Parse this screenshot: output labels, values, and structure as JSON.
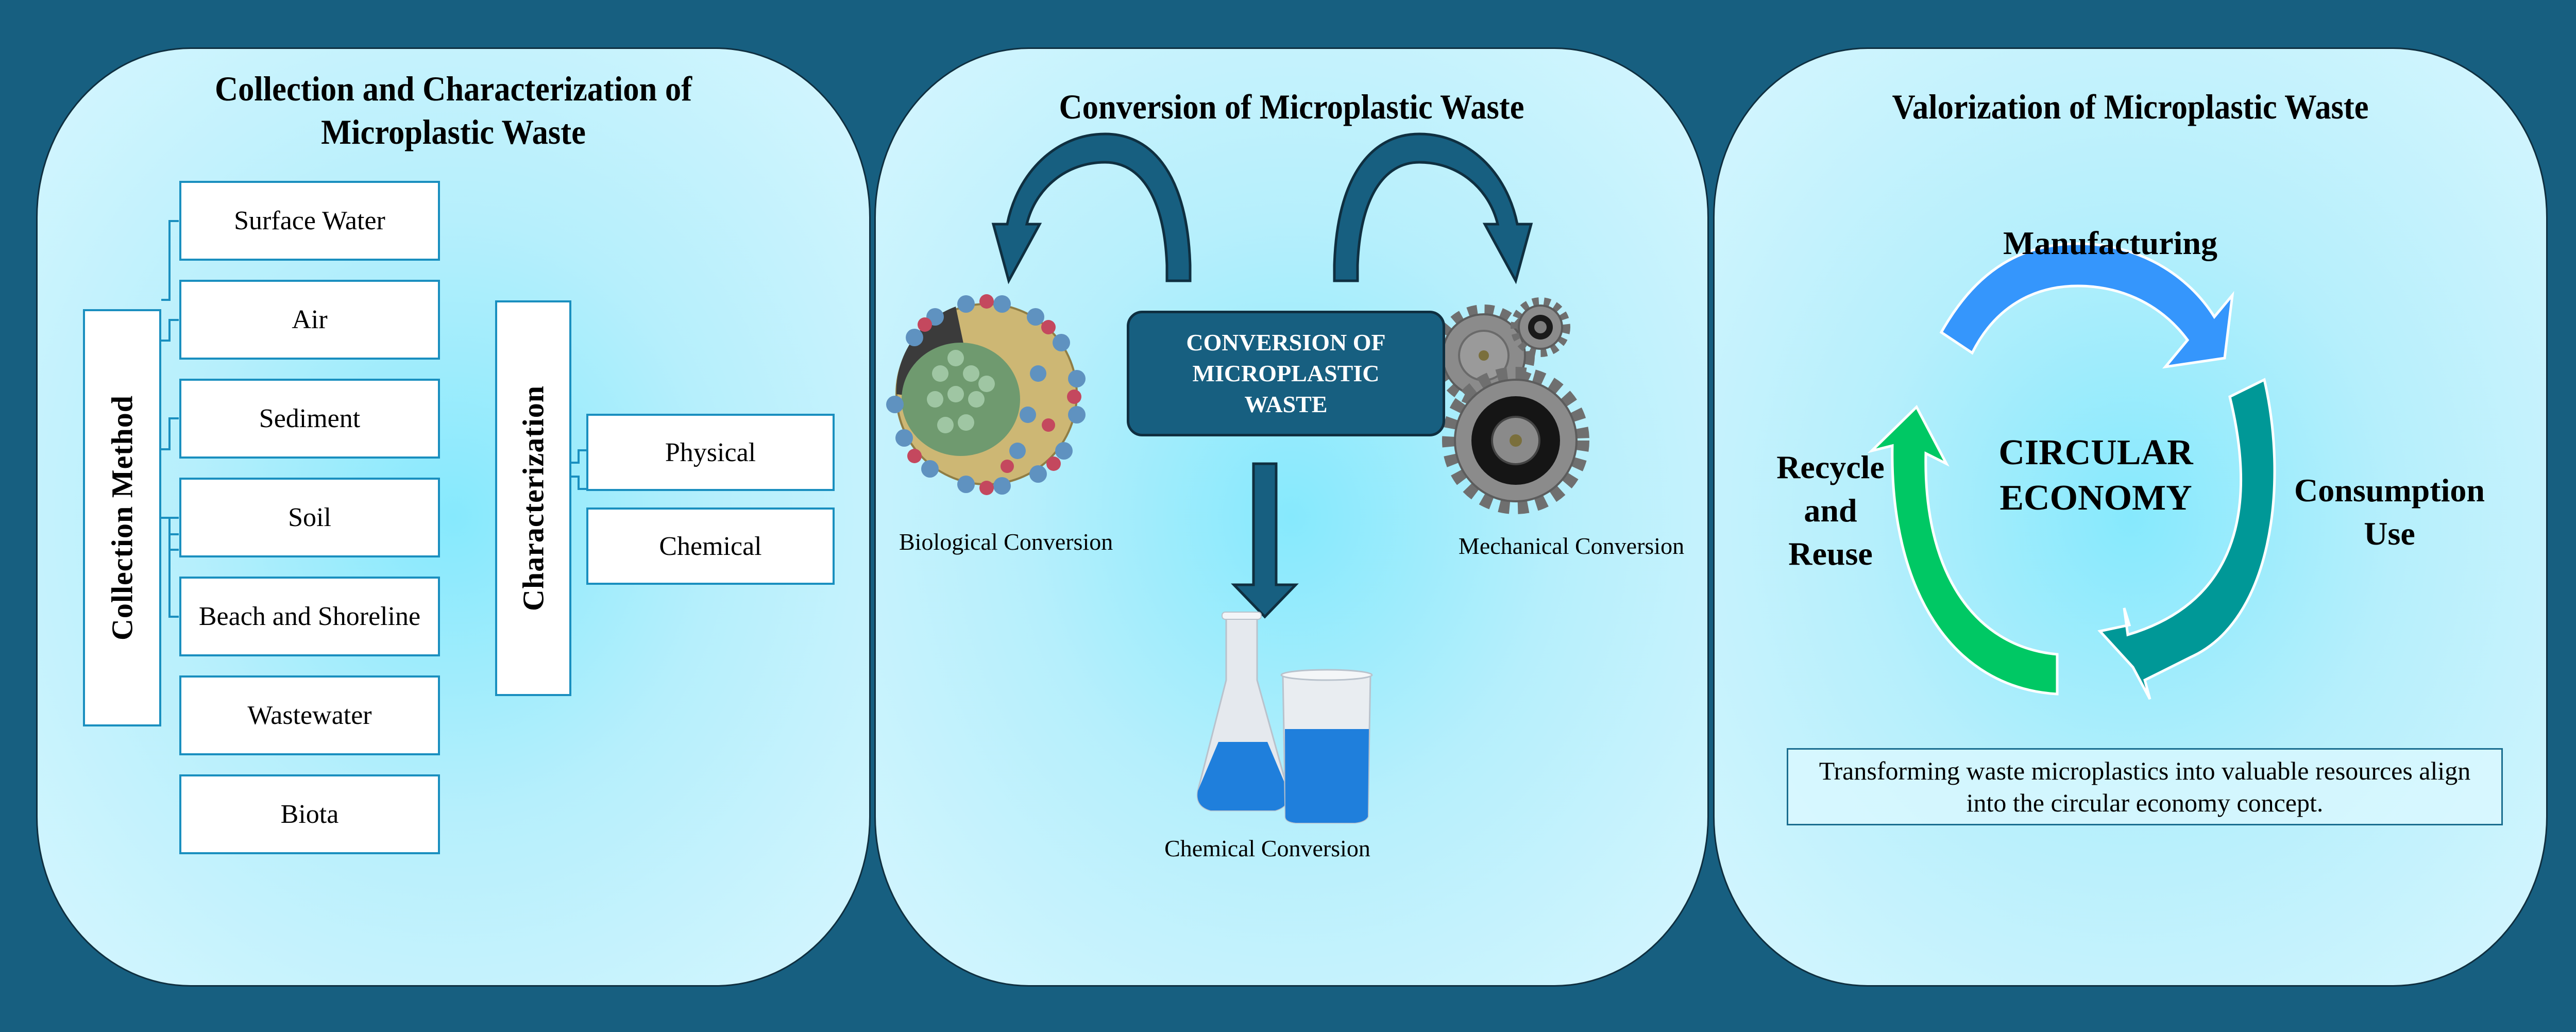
{
  "colors": {
    "background": "#175f80",
    "panel_light": "#d6f6fe",
    "panel_center": "#86e9fd",
    "box_border": "#1a8fbf",
    "conversion_box": "#175f80",
    "arrow_manufacturing": "#3596fc",
    "arrow_consumption": "#009897",
    "arrow_recycle": "#00c864"
  },
  "panels": [
    {
      "title": "Collection and Characterization of Microplastic Waste",
      "title_lines": [
        "Collection and Characterization of",
        "Microplastic Waste"
      ],
      "collection": {
        "label": "Collection Method",
        "items": [
          "Surface Water",
          "Air",
          "Sediment",
          "Soil",
          "Beach and Shoreline",
          "Wastewater",
          "Biota"
        ]
      },
      "characterization": {
        "label": "Characterization",
        "items": [
          "Physical",
          "Chemical"
        ]
      }
    },
    {
      "title": "Conversion of Microplastic Waste",
      "center_box": "CONVERSION OF MICROPLASTIC WASTE",
      "center_box_lines": [
        "CONVERSION OF",
        "MICROPLASTIC",
        "WASTE"
      ],
      "branches": [
        {
          "label": "Biological Conversion",
          "icon": "virus-cell-icon"
        },
        {
          "label": "Mechanical Conversion",
          "icon": "gears-icon"
        },
        {
          "label": "Chemical Conversion",
          "icon": "lab-flask-beaker-icon"
        }
      ]
    },
    {
      "title": "Valorization of Microplastic Waste",
      "center": [
        "CIRCULAR",
        "ECONOMY"
      ],
      "cycle": [
        {
          "label_lines": [
            "Manufacturing"
          ],
          "color": "#3596fc"
        },
        {
          "label_lines": [
            "Consumption",
            "Use"
          ],
          "color": "#009897"
        },
        {
          "label_lines": [
            "Recycle",
            "and",
            "Reuse"
          ],
          "color": "#00c864"
        }
      ],
      "summary": "Transforming waste microplastics into valuable resources align into the circular economy concept."
    }
  ]
}
